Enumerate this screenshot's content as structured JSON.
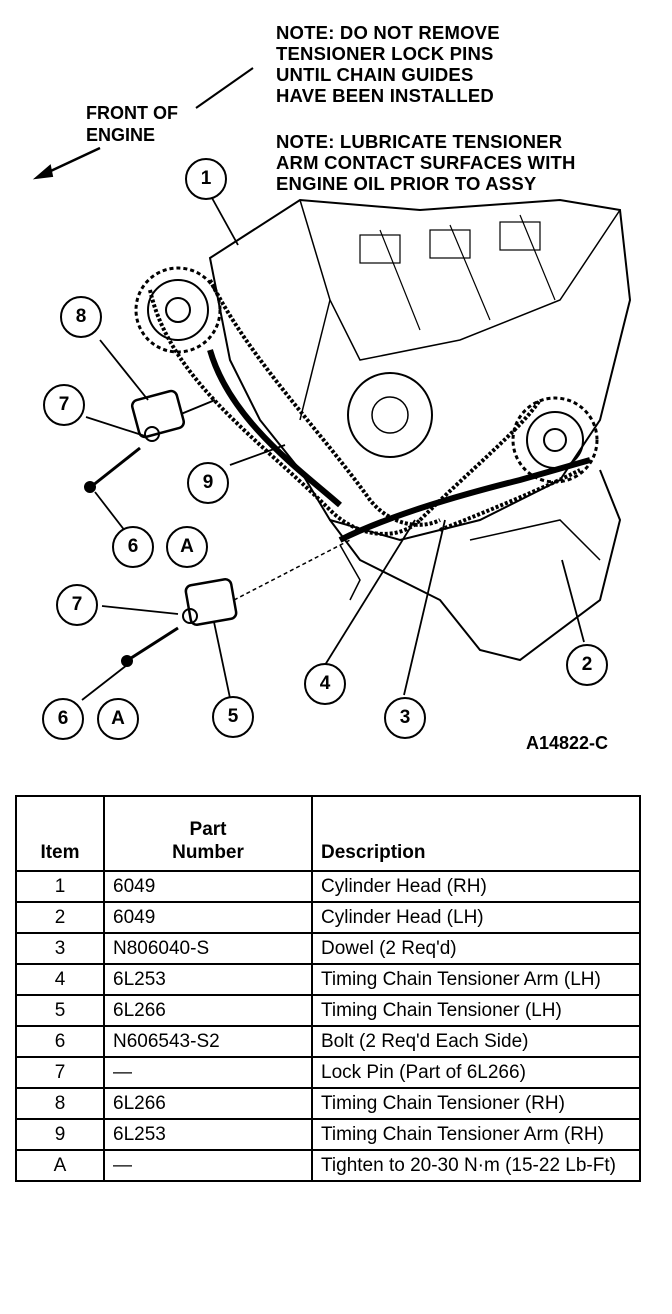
{
  "notes": [
    "NOTE: DO NOT REMOVE\nTENSIONER LOCK PINS\nUNTIL CHAIN GUIDES\nHAVE BEEN INSTALLED",
    "NOTE: LUBRICATE TENSIONER\nARM CONTACT SURFACES WITH\nENGINE OIL PRIOR TO ASSY"
  ],
  "front_label": "FRONT OF\nENGINE",
  "figure_ref": "A14822-C",
  "callouts": [
    "1",
    "8",
    "7",
    "9",
    "6",
    "A",
    "7",
    "6",
    "A",
    "5",
    "4",
    "3",
    "2"
  ],
  "table": {
    "headers": [
      "Item",
      "Part\nNumber",
      "Description"
    ],
    "rows": [
      [
        "1",
        "6049",
        "Cylinder Head (RH)"
      ],
      [
        "2",
        "6049",
        "Cylinder Head (LH)"
      ],
      [
        "3",
        "N806040-S",
        "Dowel (2 Req'd)"
      ],
      [
        "4",
        "6L253",
        "Timing Chain Tensioner Arm (LH)"
      ],
      [
        "5",
        "6L266",
        "Timing Chain Tensioner (LH)"
      ],
      [
        "6",
        "N606543-S2",
        "Bolt (2 Req'd Each Side)"
      ],
      [
        "7",
        "—",
        "Lock Pin (Part of 6L266)"
      ],
      [
        "8",
        "6L266",
        "Timing Chain Tensioner (RH)"
      ],
      [
        "9",
        "6L253",
        "Timing Chain Tensioner Arm (RH)"
      ],
      [
        "A",
        "—",
        "Tighten to 20-30 N·m (15-22 Lb-Ft)"
      ]
    ]
  }
}
